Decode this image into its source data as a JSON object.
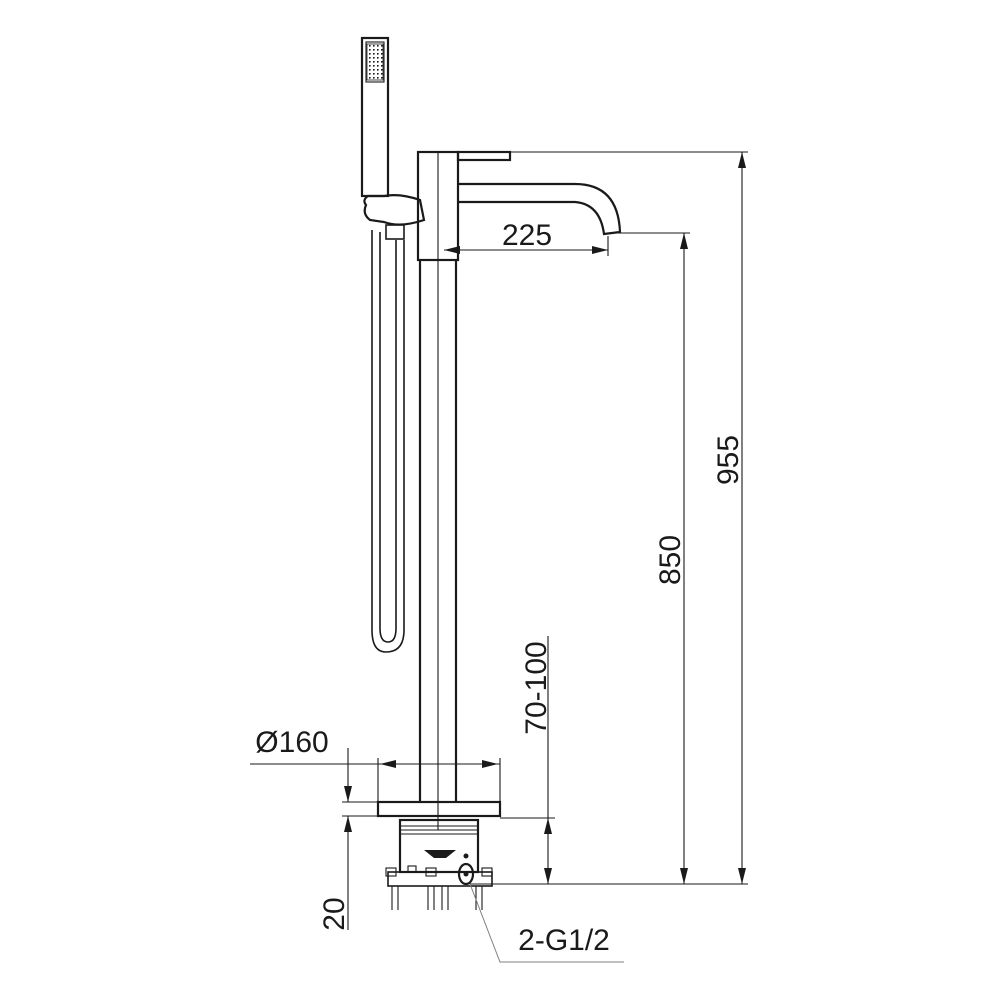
{
  "dimensions": {
    "spout_reach": "225",
    "total_height": "955",
    "spout_height": "850",
    "box_depth": "70-100",
    "base_diameter": "Ø160",
    "base_thickness": "20",
    "connection": "2-G1/2"
  },
  "colors": {
    "line": "#1a1a1a",
    "leader": "#808080",
    "background": "#ffffff"
  }
}
